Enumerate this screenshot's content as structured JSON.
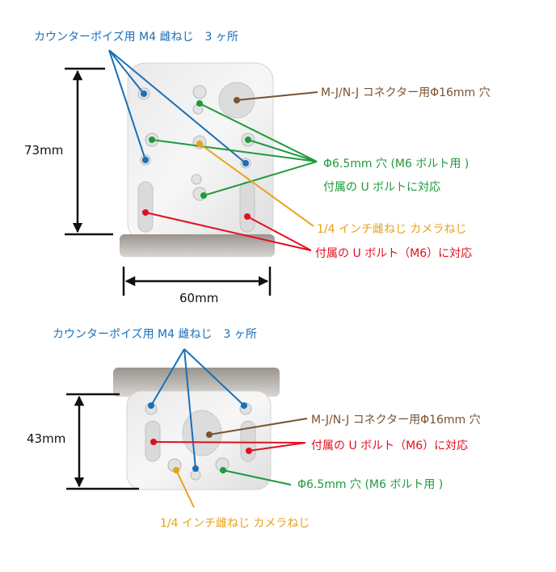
{
  "colors": {
    "blue": "#1a6fb8",
    "green": "#1e9a3c",
    "orange": "#e8a21a",
    "brown": "#7a5230",
    "red": "#e0101f",
    "dimension": "#111111"
  },
  "top_view": {
    "counterpoise_label": "カウンターポイズ用 M4 雌ねじ　3 ヶ所",
    "connector_label": "M-J/N-J コネクター用Φ16mm 穴",
    "hole65_label_line1": "Φ6.5mm 穴 (M6 ボルト用 )",
    "hole65_label_line2": "付属の U ボルトに対応",
    "camera_screw_label": "1/4 インチ雌ねじ カメラねじ",
    "ubolt_label": "付属の U ボルト（M6）に対応",
    "height_dimension": "73mm",
    "width_dimension": "60mm"
  },
  "bottom_view": {
    "counterpoise_label": "カウンターポイズ用 M4 雌ねじ　3 ヶ所",
    "connector_label": "M-J/N-J コネクター用Φ16mm 穴",
    "ubolt_label": "付属の U ボルト（M6）に対応",
    "hole65_label": "Φ6.5mm 穴 (M6 ボルト用 )",
    "camera_screw_label": "1/4 インチ雌ねじ カメラねじ",
    "height_dimension": "43mm"
  }
}
